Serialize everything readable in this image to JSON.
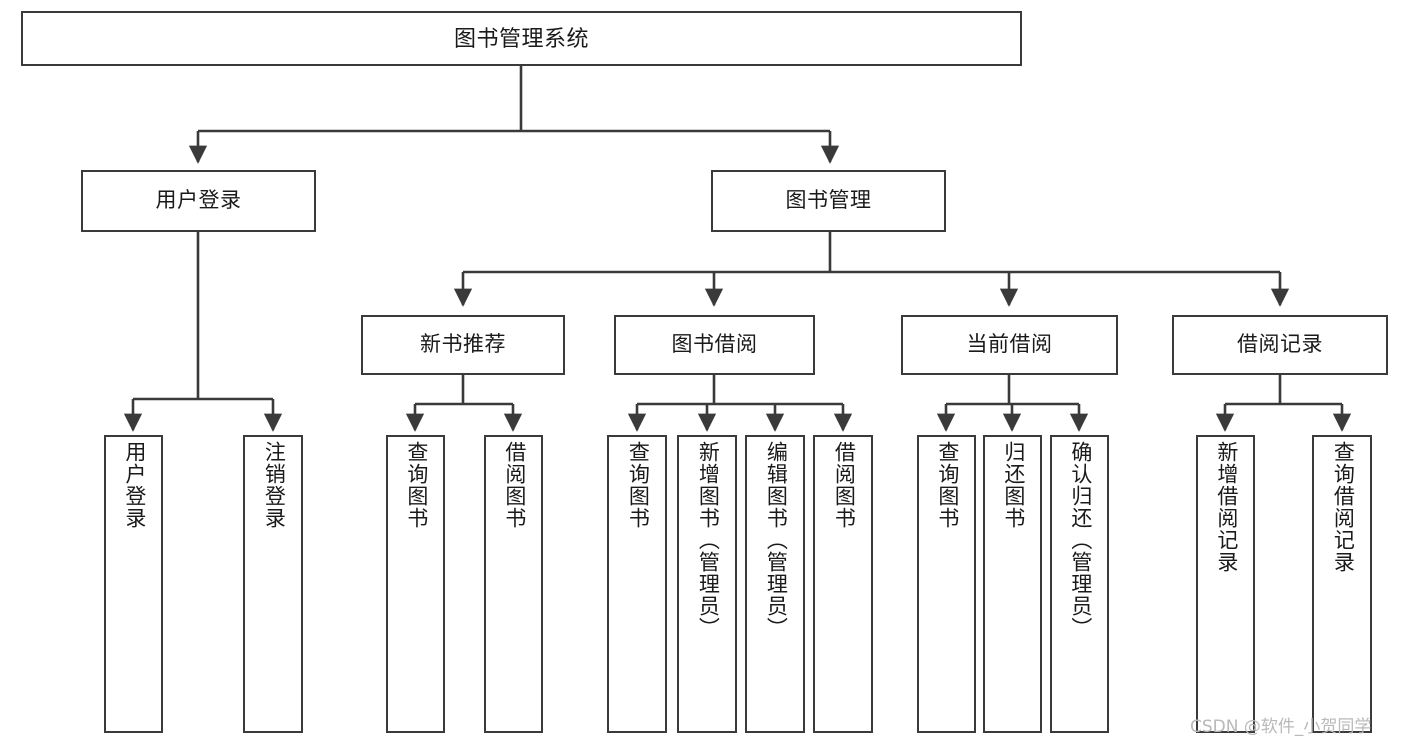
{
  "diagram": {
    "title": "图书管理系统",
    "type": "tree-hierarchy-functional-structure",
    "colors": {
      "box_border": "#3a3a3a",
      "box_fill": "#ffffff",
      "connector": "#3a3a3a",
      "text": "#1a1a1a",
      "watermark": "#b9b9b9"
    },
    "watermark": "CSDN @软件_小贺同学",
    "nodes": {
      "root": "图书管理系统",
      "level2": [
        "用户登录",
        "图书管理"
      ],
      "level3": [
        "新书推荐",
        "图书借阅",
        "当前借阅",
        "借阅记录"
      ],
      "leaves": {
        "user_login": [
          "用户登录",
          "注销登录"
        ],
        "new_book_recommend": [
          "查询图书",
          "借阅图书"
        ],
        "book_borrow": [
          "查询图书",
          "新增图书（管理员）",
          "编辑图书（管理员）",
          "借阅图书"
        ],
        "current_borrow": [
          "查询图书",
          "归还图书",
          "确认归还（管理员）"
        ],
        "borrow_record": [
          "新增借阅记录",
          "查询借阅记录"
        ]
      }
    }
  }
}
